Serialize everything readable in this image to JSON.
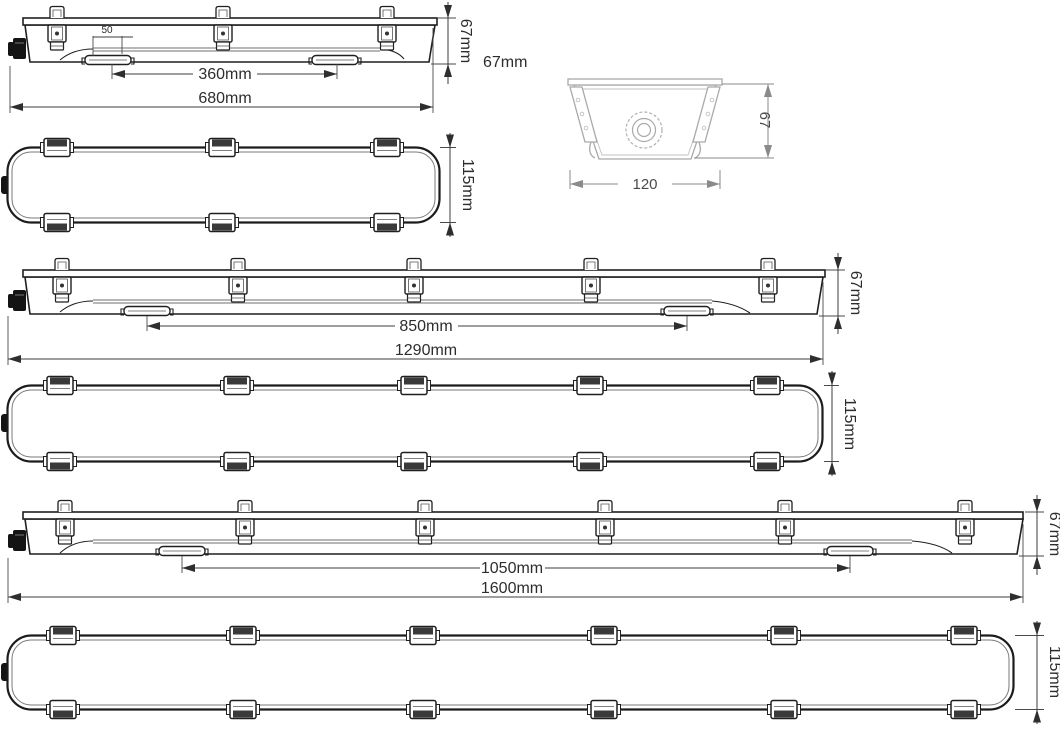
{
  "drawing": {
    "height_label": "67mm",
    "end_view": {
      "width": "120",
      "height": "67"
    },
    "fixtures": [
      {
        "id": "680",
        "side": {
          "bracket_width": "50",
          "bracket_spacing": "360mm",
          "overall_length": "680mm",
          "height": "67mm"
        },
        "top": {
          "body_width": "115mm"
        }
      },
      {
        "id": "1290",
        "side": {
          "bracket_spacing": "850mm",
          "overall_length": "1290mm",
          "height": "67mm"
        },
        "top": {
          "body_width": "115mm"
        }
      },
      {
        "id": "1600",
        "side": {
          "bracket_spacing": "1050mm",
          "overall_length": "1600mm",
          "height": "67mm"
        },
        "top": {
          "body_width": "115mm"
        }
      }
    ]
  }
}
